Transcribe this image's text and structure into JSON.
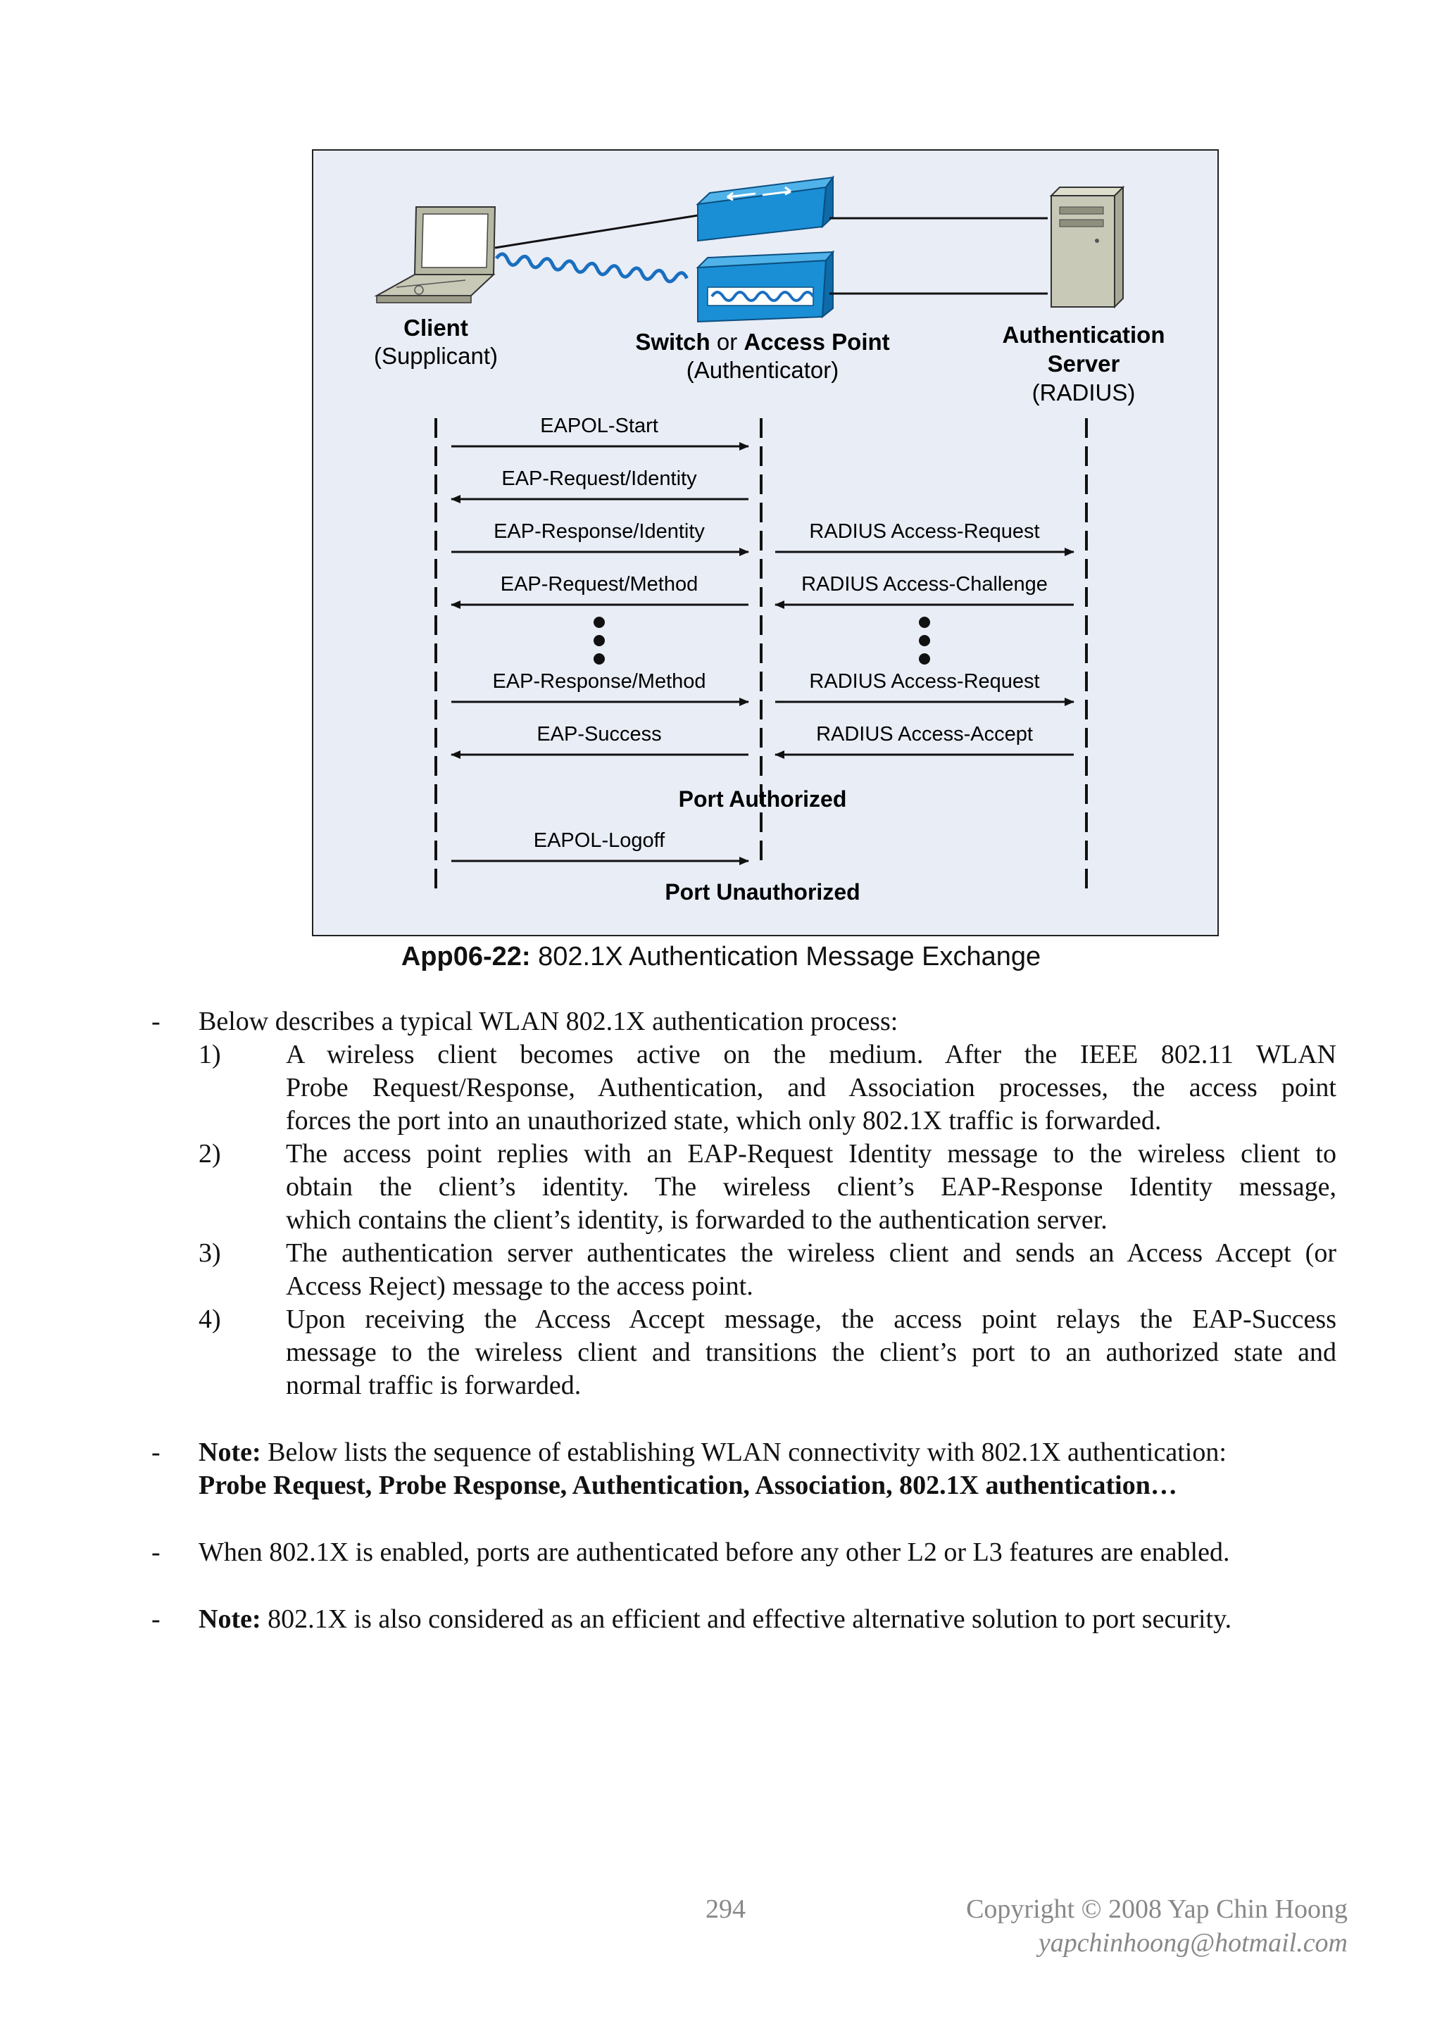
{
  "diagram": {
    "client_label": "Client",
    "client_sub": "(Supplicant)",
    "switch_label": "Switch",
    "or_label": "or",
    "ap_label": "Access Point",
    "authenticator_sub": "(Authenticator)",
    "auth_server_line1": "Authentication",
    "auth_server_line2": "Server",
    "auth_server_sub": "(RADIUS)",
    "messages_left": [
      "EAPOL-Start",
      "EAP-Request/Identity",
      "EAP-Response/Identity",
      "EAP-Request/Method",
      "EAP-Response/Method",
      "EAP-Success",
      "EAPOL-Logoff"
    ],
    "messages_right": [
      "RADIUS Access-Request",
      "RADIUS Access-Challenge",
      "RADIUS Access-Request",
      "RADIUS Access-Accept"
    ],
    "port_authorized": "Port Authorized",
    "port_unauthorized": "Port Unauthorized"
  },
  "caption": {
    "label": "App06-22:",
    "text": "802.1X Authentication Message Exchange"
  },
  "content": {
    "intro": "Below describes a typical WLAN 802.1X authentication process:",
    "steps": [
      {
        "num": "1)",
        "lines": [
          "A wireless client becomes active on the medium. After the IEEE 802.11 WLAN",
          "Probe Request/Response, Authentication, and Association processes, the access point",
          "forces the port into an unauthorized state, which only 802.1X traffic is forwarded."
        ]
      },
      {
        "num": "2)",
        "lines": [
          "The access point replies with an EAP-Request Identity message to the wireless client to",
          "obtain the client’s identity. The wireless client’s EAP-Response Identity message,",
          "which contains the client’s identity, is forwarded to the authentication server."
        ]
      },
      {
        "num": "3)",
        "lines": [
          "The authentication server authenticates the wireless client and sends an Access Accept (or",
          "Access Reject) message to the access point."
        ]
      },
      {
        "num": "4)",
        "lines": [
          "Upon receiving the Access Accept message, the access point relays the EAP-Success",
          "message to the wireless client and transitions the client’s port to an authorized state and",
          "normal traffic is forwarded."
        ]
      }
    ],
    "note1_label": "Note:",
    "note1_text": " Below lists the sequence of establishing WLAN connectivity with 802.1X authentication:",
    "note1_bold": "Probe Request, Probe Response, Authentication, Association, 802.1X authentication…",
    "bullet3": "When 802.1X is enabled, ports are authenticated before any other L2 or L3 features are enabled.",
    "note2_label": "Note:",
    "note2_text": " 802.1X is also considered as an efficient and effective alternative solution to port security.",
    "dash": "-"
  },
  "footer": {
    "page_number": "294",
    "copyright": "Copyright © 2008 Yap Chin Hoong",
    "email": "yapchinhoong@hotmail.com"
  },
  "colors": {
    "diagram_bg": "#e9edf6",
    "device_blue": "#1a8fd6",
    "server_gray": "#c9c9b8"
  }
}
